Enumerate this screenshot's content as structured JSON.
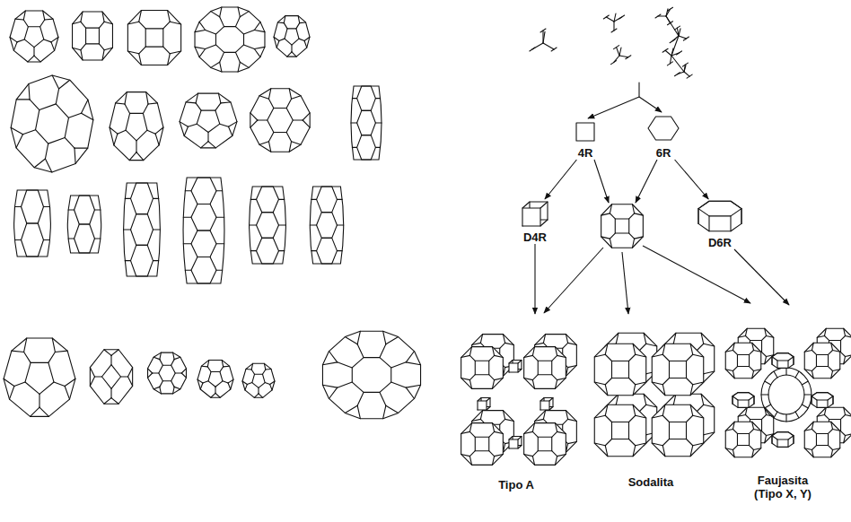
{
  "diagram": {
    "nodes": [
      {
        "text": [
          "4R"
        ]
      },
      {
        "text": [
          "6R"
        ]
      },
      {
        "text": [
          "D4R"
        ]
      },
      {
        "text": [
          "D6R"
        ]
      },
      {
        "text": [
          "Tipo A"
        ]
      },
      {
        "text": [
          "Sodalita"
        ]
      },
      {
        "text": [
          "Faujasita (Tipo X, Y)"
        ]
      }
    ],
    "edges": [
      {
        "from": 0,
        "to": 2,
        "arrow": "to"
      },
      {
        "from": 1,
        "to": 3,
        "arrow": "to"
      },
      {
        "from": 2,
        "to": 4,
        "arrow": "to"
      },
      {
        "from": 3,
        "to": 6,
        "arrow": "to"
      }
    ]
  }
}
